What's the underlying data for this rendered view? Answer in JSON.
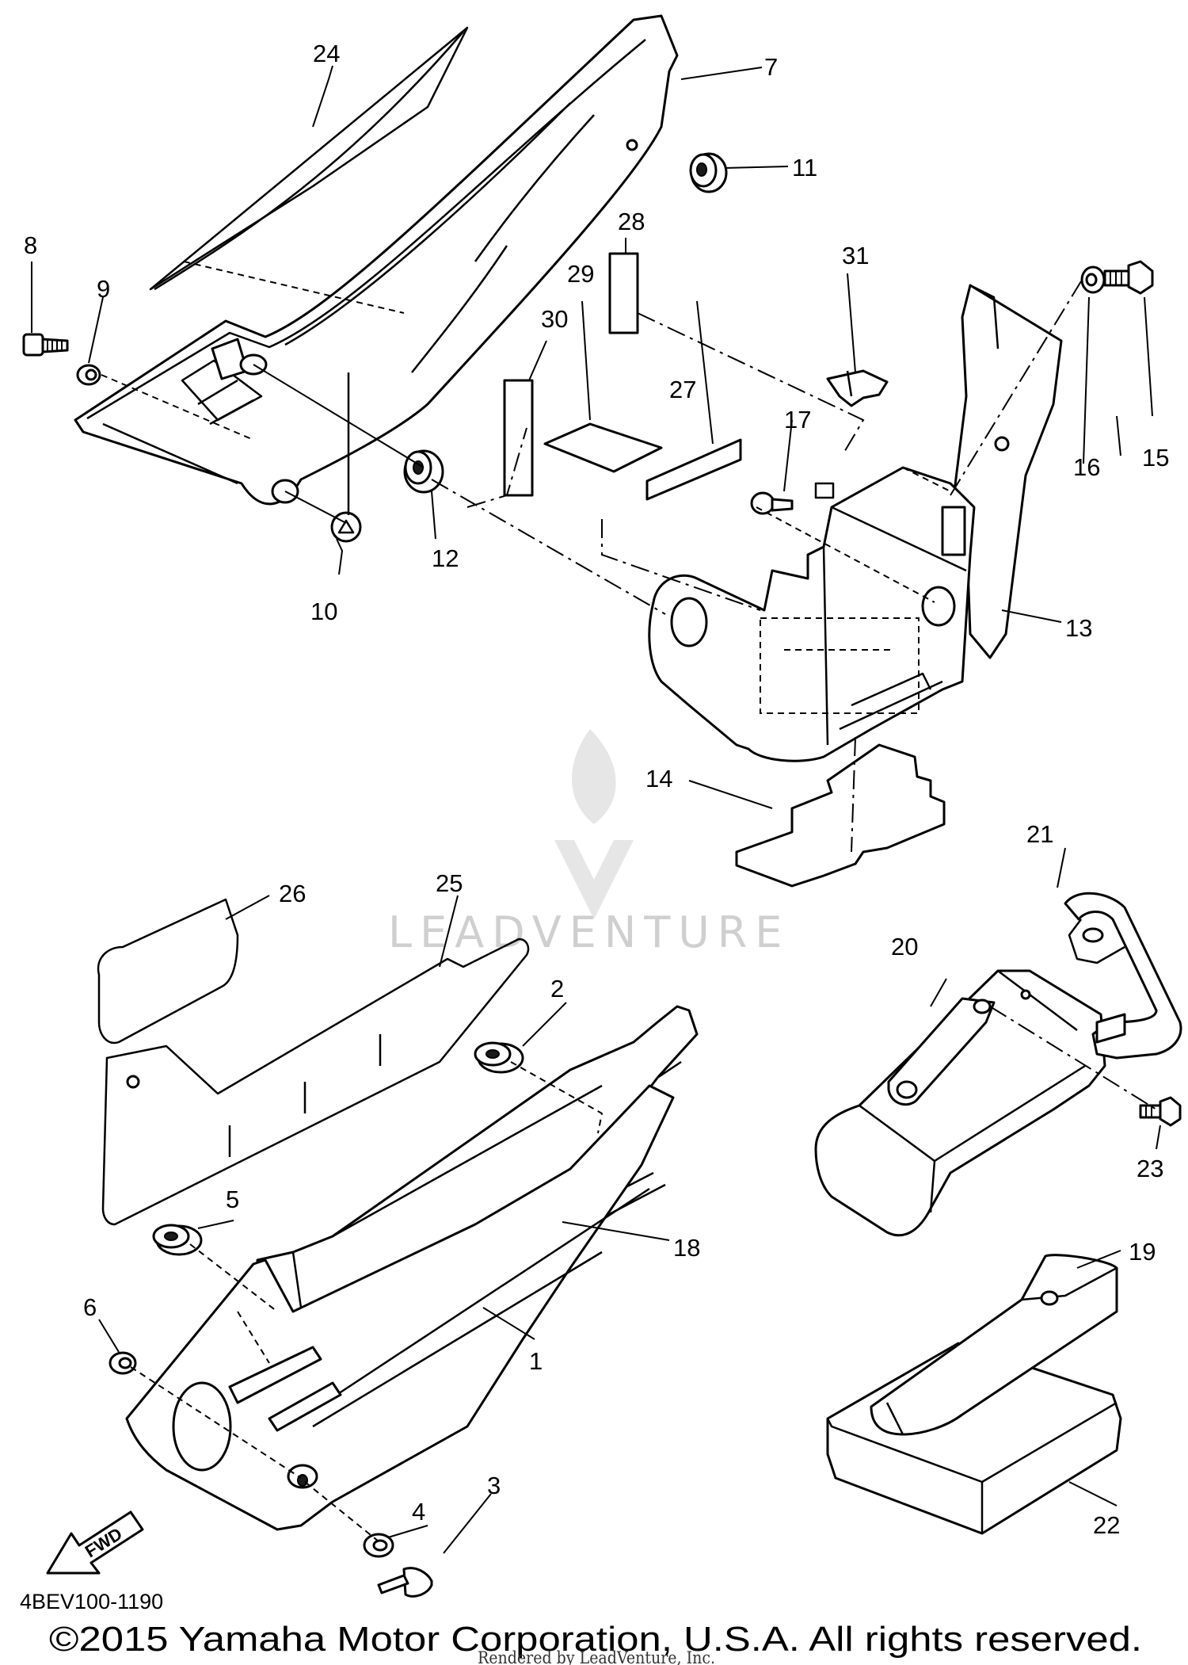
{
  "diagram_code": "4BEV100-1190",
  "copyright": "©2015 Yamaha Motor Corporation, U.S.A. All rights reserved.",
  "rendered_by": "Rendered by LeadVenture, Inc.",
  "watermark": "LEADVENTURE",
  "fwd_label": "FWD",
  "callouts": {
    "c1": "1",
    "c2": "2",
    "c3": "3",
    "c4": "4",
    "c5": "5",
    "c6": "6",
    "c7": "7",
    "c8": "8",
    "c9": "9",
    "c10": "10",
    "c11": "11",
    "c12": "12",
    "c13": "13",
    "c14": "14",
    "c15": "15",
    "c16": "16",
    "c17": "17",
    "c18": "18",
    "c19": "19",
    "c20": "20",
    "c21": "21",
    "c22": "22",
    "c23": "23",
    "c24": "24",
    "c25": "25",
    "c26": "26",
    "c27": "27",
    "c28": "28",
    "c29": "29",
    "c30": "30",
    "c31": "31"
  }
}
